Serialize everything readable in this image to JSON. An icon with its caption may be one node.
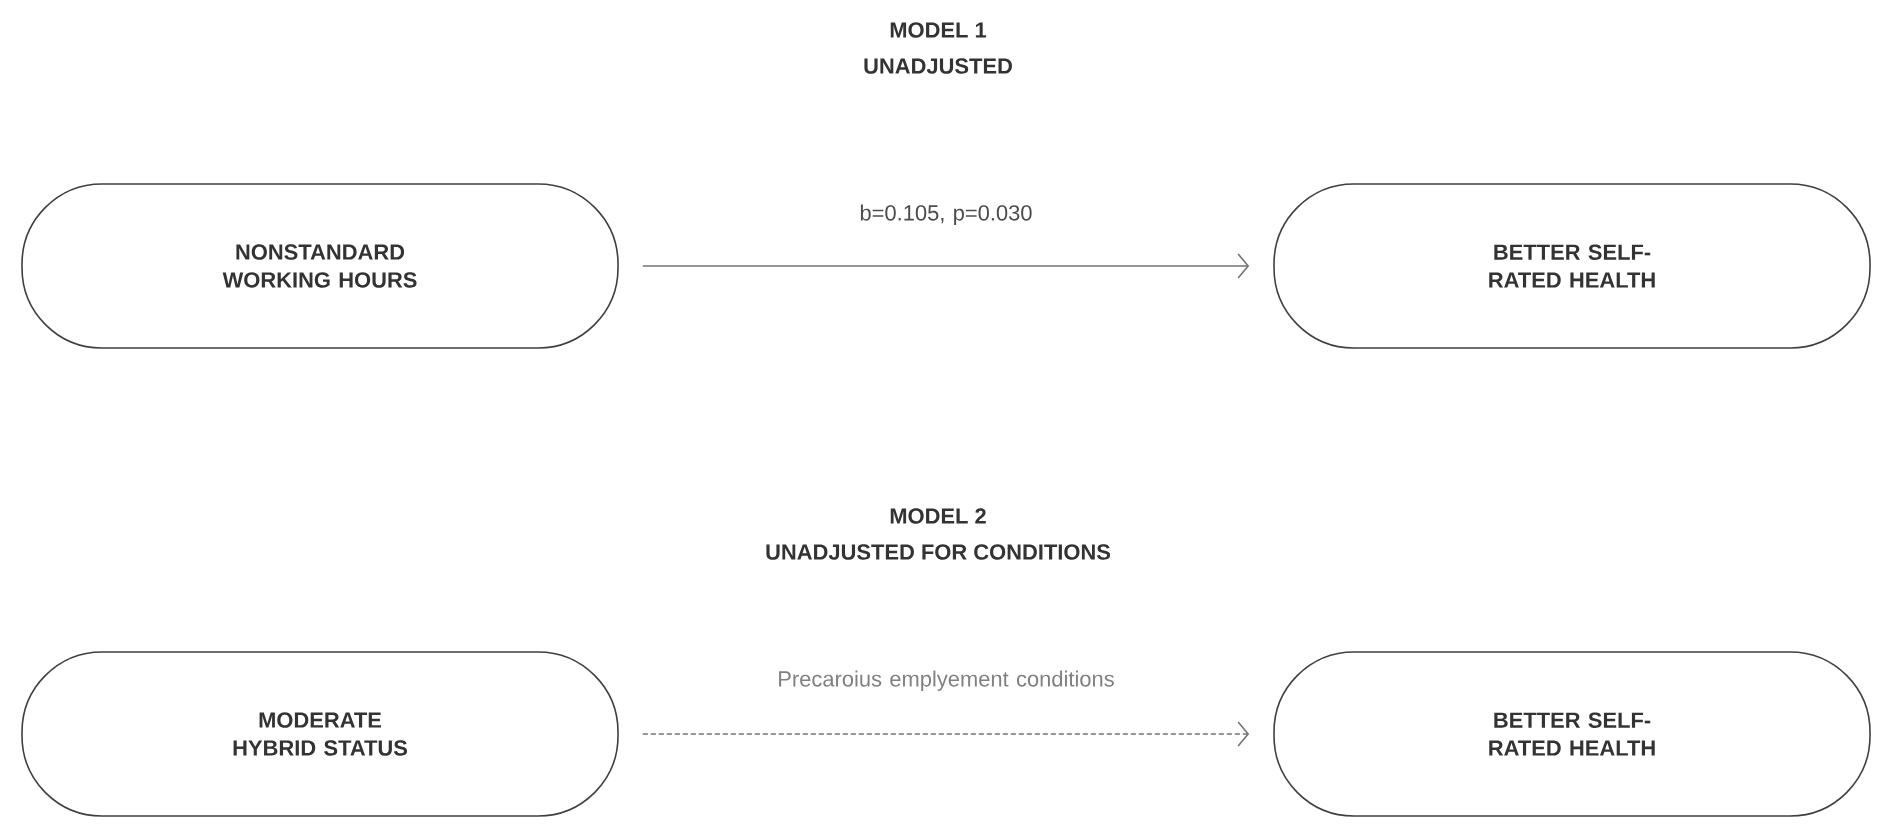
{
  "diagram": {
    "nodes": [
      {
        "text": [
          "NONSTANDARD WORKING HOURS"
        ]
      },
      {
        "text": [
          "BETTER SELF-RATED HEALTH"
        ]
      },
      {
        "text": [
          "MODERATE HYBRID STATUS"
        ]
      },
      {
        "text": [
          "BETTER SELF-RATED HEALTH"
        ]
      }
    ],
    "edges": [
      {
        "from": 0,
        "to": 1,
        "arrow": "to",
        "label": "b=0.105, p=0.030"
      },
      {
        "from": 2,
        "to": 3,
        "arrow": "to",
        "label": "Precaroius emplyement conditions",
        "style": "dashed"
      }
    ],
    "labels": [
      "MODEL 1",
      "UNADJUSTED",
      "MODEL 2",
      "UNADJUSTED FOR CONDITIONS"
    ]
  }
}
